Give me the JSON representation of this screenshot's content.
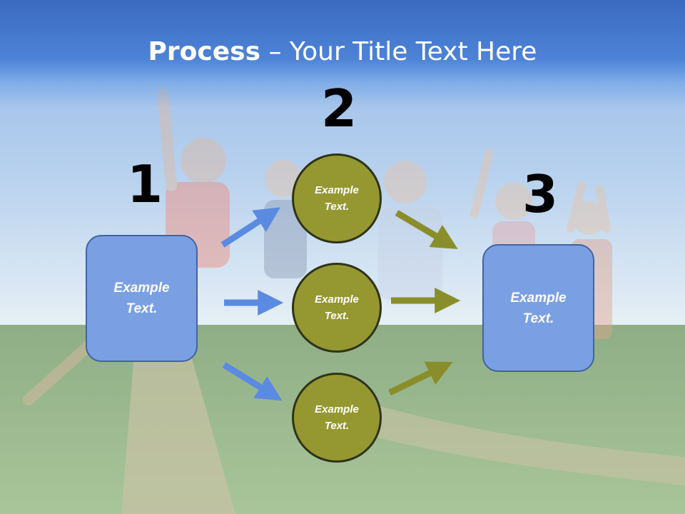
{
  "slide": {
    "title_bold": "Process",
    "title_rest": " – Your Title Text Here"
  },
  "steps": {
    "step1": {
      "number": "1",
      "label": "Example Text."
    },
    "step2": {
      "number": "2",
      "items": [
        {
          "label": "Example Text."
        },
        {
          "label": "Example Text."
        },
        {
          "label": "Example Text."
        }
      ]
    },
    "step3": {
      "number": "3",
      "label": "Example Text."
    }
  },
  "colors": {
    "title_bar": "#3a6bc0",
    "box_fill": "#7aa0e3",
    "box_border": "#41639f",
    "circle_fill": "#959830",
    "circle_border": "#2f3318",
    "blue_arrow": "#5b8be0",
    "olive_arrow": "#8a8e2a"
  },
  "icons": [
    "background-photo",
    "arrow-right-icon"
  ]
}
